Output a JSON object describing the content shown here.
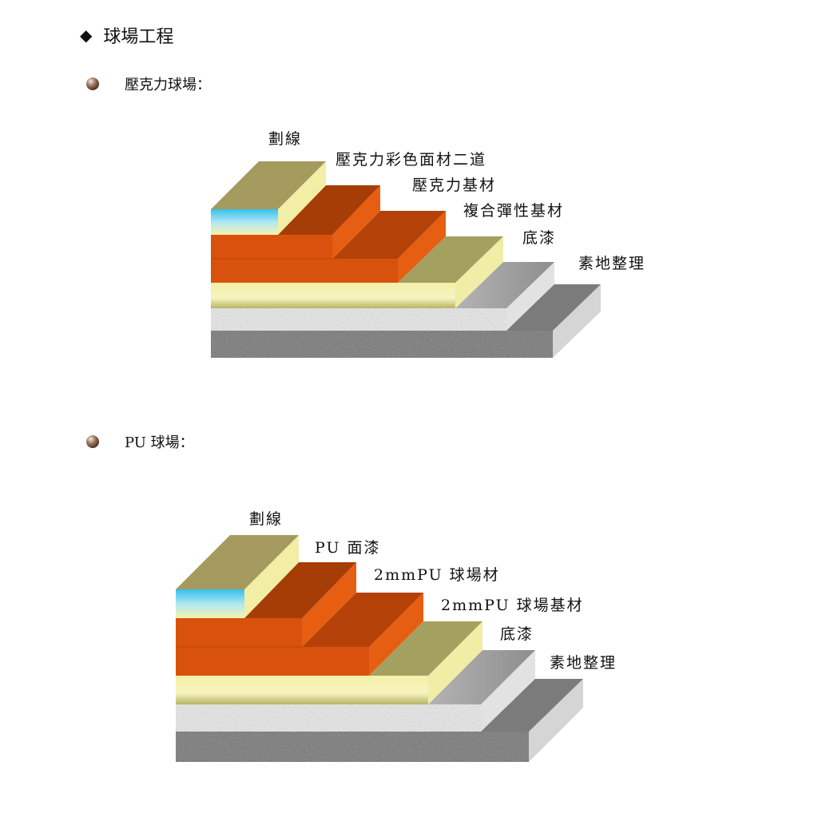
{
  "section": {
    "title": "球場工程",
    "bullet_icon": "diamond-bullet-icon"
  },
  "acrylic": {
    "title": "壓克力球場：",
    "layers": [
      "劃線",
      "壓克力彩色面材二道",
      "壓克力基材",
      "複合彈性基材",
      "底漆",
      "素地整理"
    ]
  },
  "pu": {
    "title": "PU 球場：",
    "layers": [
      "劃線",
      "PU 面漆",
      "2mmPU 球場材",
      "2mmPU 球場基材",
      "底漆",
      "素地整理"
    ]
  },
  "colors": {
    "line_top": "#a59a5e",
    "line_front": "#eeeaa2",
    "line_blue": "#3fc6ee",
    "orange_top": "#b64108",
    "orange_front": "#d9520d",
    "elastic_top": "#a3a05f",
    "elastic_front": "#eeec9c",
    "primer_top": "#9c9c9c",
    "speckle": "#7f7f7f"
  }
}
